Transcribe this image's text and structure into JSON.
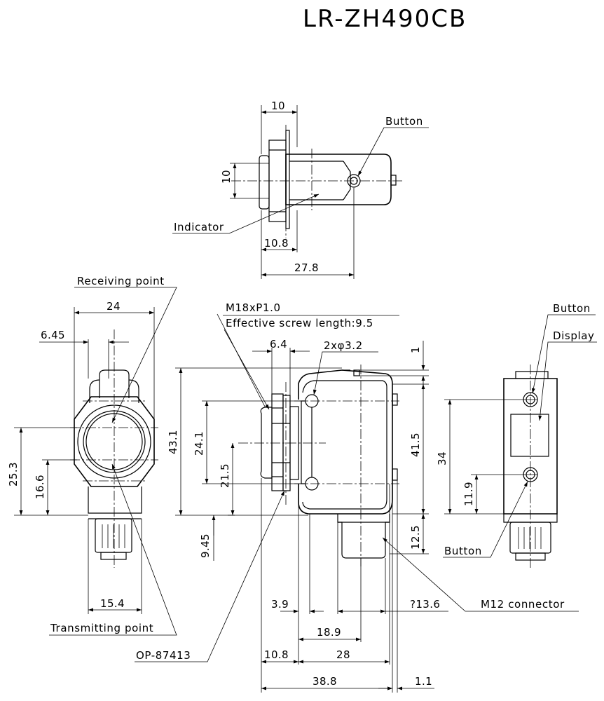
{
  "title": "LR-ZH490CB",
  "top_view": {
    "dims": {
      "width_10": "10",
      "height_10": "10",
      "d_10_8": "10.8",
      "d_27_8": "27.8"
    },
    "labels": {
      "button": "Button",
      "indicator": "Indicator"
    }
  },
  "front_view": {
    "dims": {
      "d_24": "24",
      "d_6_45": "6.45",
      "d_25_3": "25.3",
      "d_16_6": "16.6",
      "d_15_4": "15.4"
    },
    "labels": {
      "receiving_point": "Receiving point",
      "transmitting_point": "Transmitting point"
    }
  },
  "side_view": {
    "labels": {
      "thread": "M18xP1.0",
      "screw_length": "Effective screw length:9.5",
      "holes": "2xφ3.2",
      "accessory": "OP-87413",
      "connector": "M12 connector"
    },
    "dims": {
      "d_6_4": "6.4",
      "d_1": "1",
      "d_43_1": "43.1",
      "d_24_1": "24.1",
      "d_21_5": "21.5",
      "d_41_5": "41.5",
      "d_12_5": "12.5",
      "d_9_45": "9.45",
      "d_3_9": "3.9",
      "d_13_6": "?13.6",
      "d_18_9": "18.9",
      "d_10_8": "10.8",
      "d_28": "28",
      "d_38_8": "38.8",
      "d_1_1": "1.1"
    }
  },
  "rear_view": {
    "labels": {
      "button_top": "Button",
      "display": "Display",
      "button_bottom": "Button"
    },
    "dims": {
      "d_34": "34",
      "d_11_9": "11.9"
    }
  }
}
